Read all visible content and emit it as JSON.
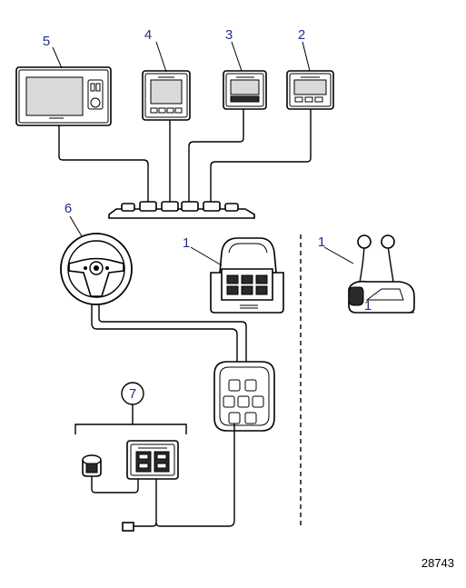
{
  "callouts": {
    "c1": "5",
    "c2": "4",
    "c3": "3",
    "c4": "2",
    "c5": "6",
    "c6": "1",
    "c7": "1",
    "c8": "1",
    "c9": "7"
  },
  "figure_number": "28743",
  "colors": {
    "callout": "#1f2f8f",
    "line": "#000000",
    "screen": "#d9d9d9"
  }
}
